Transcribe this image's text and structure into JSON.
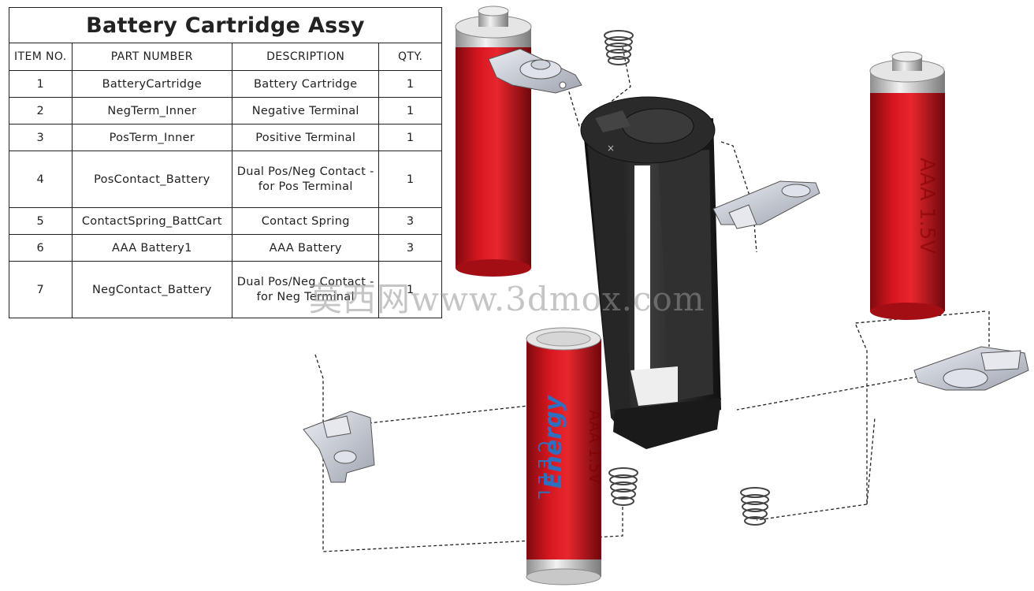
{
  "bom": {
    "title": "Battery Cartridge Assy",
    "headers": [
      "ITEM NO.",
      "PART NUMBER",
      "DESCRIPTION",
      "QTY."
    ],
    "rows": [
      {
        "item": "1",
        "part": "BatteryCartridge",
        "desc": "Battery Cartridge",
        "qty": "1"
      },
      {
        "item": "2",
        "part": "NegTerm_Inner",
        "desc": "Negative Terminal",
        "qty": "1"
      },
      {
        "item": "3",
        "part": "PosTerm_Inner",
        "desc": "Positive Terminal",
        "qty": "1"
      },
      {
        "item": "4",
        "part": "PosContact_Battery",
        "desc_line1": "Dual Pos/Neg Contact -",
        "desc_line2": "for Pos Terminal",
        "qty": "1"
      },
      {
        "item": "5",
        "part": "ContactSpring_BattCart",
        "desc": "Contact Spring",
        "qty": "3"
      },
      {
        "item": "6",
        "part": "AAA Battery1",
        "desc": "AAA Battery",
        "qty": "3"
      },
      {
        "item": "7",
        "part": "NegContact_Battery",
        "desc_line1": "Dual Pos/Neg Contact -",
        "desc_line2": "for Neg Terminal",
        "qty": "1"
      }
    ]
  },
  "battery_labels": {
    "brand_side": "Energy",
    "cell_text": "CELL",
    "size_text": "AAA 1.5V"
  },
  "watermark": "莫西网www.3dmox.com",
  "colors": {
    "battery_red": "#c8121a",
    "cartridge_black": "#1c1c1c",
    "metal": "#c9cdd6",
    "energy_blue": "#2f6fc0"
  }
}
